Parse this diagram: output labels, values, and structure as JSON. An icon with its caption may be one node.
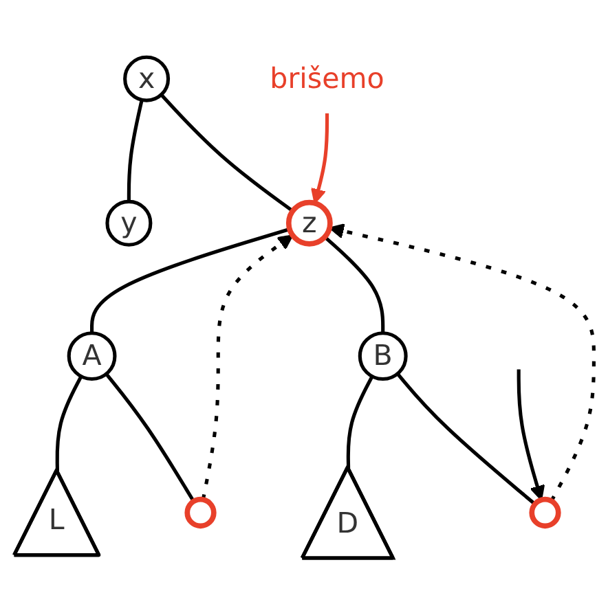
{
  "diagram": {
    "nodes": [
      {
        "text": [
          "x"
        ]
      },
      {
        "text": [
          "brišemo"
        ]
      },
      {
        "text": [
          "y"
        ]
      },
      {
        "text": [
          "z"
        ]
      },
      {
        "text": [
          "A"
        ]
      },
      {
        "text": [
          "B"
        ]
      },
      {
        "text": [
          "L"
        ]
      },
      {
        "text": [
          "D"
        ]
      },
      {
        "text": [],
        "shape": "circle"
      },
      {
        "text": [],
        "shape": "circle"
      }
    ],
    "edges": [
      {
        "from": 0,
        "to": 2,
        "arrow": "none"
      },
      {
        "from": 0,
        "to": 3,
        "arrow": "none"
      },
      {
        "from": 3,
        "to": 4,
        "arrow": "none"
      },
      {
        "from": 3,
        "to": 5,
        "arrow": "none"
      },
      {
        "from": 4,
        "to": 6,
        "arrow": "none"
      },
      {
        "from": 5,
        "to": 7,
        "arrow": "none"
      },
      {
        "from": 4,
        "to": 8,
        "arrow": "none"
      },
      {
        "from": 5,
        "to": 9,
        "arrow": "none"
      },
      {
        "from": 8,
        "to": 3,
        "arrow": "to",
        "style": "dashed"
      },
      {
        "from": 9,
        "to": 3,
        "arrow": "to",
        "style": "dashed"
      },
      {
        "from": 1,
        "to": 3,
        "arrow": "to",
        "color": "#e8402a"
      },
      {
        "from": null,
        "to": 9,
        "arrow": "to"
      }
    ]
  }
}
